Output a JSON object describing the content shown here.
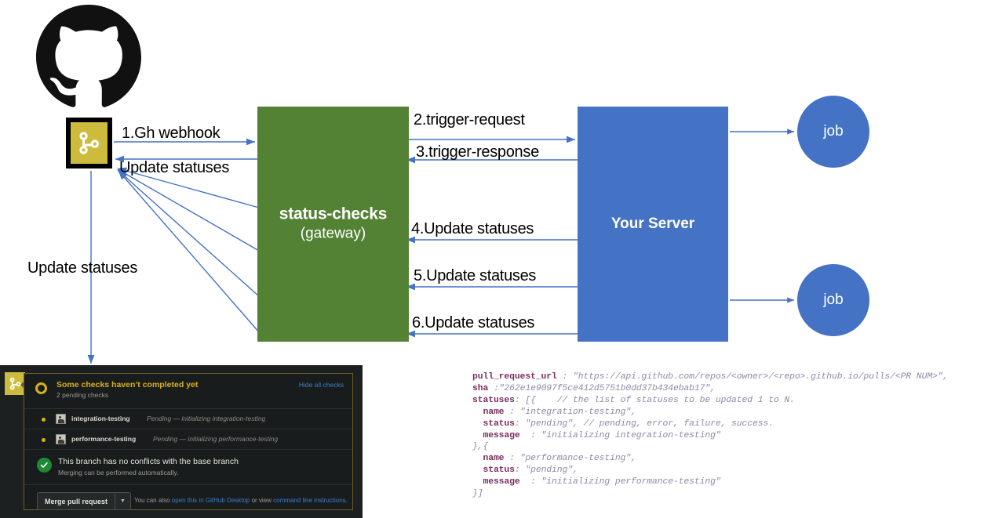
{
  "diagram": {
    "github_logo": "github-octocat-logo",
    "git_badge_icon": "git-branch-icon",
    "gateway": {
      "title": "status-checks",
      "subtitle": "(gateway)",
      "color": "#548235"
    },
    "server": {
      "title": "Your Server",
      "color": "#4472C4"
    },
    "jobs": [
      {
        "label": "job"
      },
      {
        "label": "job"
      }
    ],
    "arrows": [
      {
        "id": "1",
        "label": "1.Gh webhook",
        "from": "git-badge",
        "to": "gateway",
        "direction": "right"
      },
      {
        "id": "2",
        "label": "2.trigger-request",
        "from": "gateway",
        "to": "server",
        "direction": "right"
      },
      {
        "id": "3",
        "label": "3.trigger-response",
        "from": "server",
        "to": "gateway",
        "direction": "left"
      },
      {
        "id": "4",
        "label": "4.Update statuses",
        "from": "server",
        "to": "gateway",
        "direction": "left"
      },
      {
        "id": "5",
        "label": "5.Update statuses",
        "from": "server",
        "to": "gateway",
        "direction": "left"
      },
      {
        "id": "6",
        "label": "6.Update statuses",
        "from": "server",
        "to": "gateway",
        "direction": "left"
      }
    ],
    "labels": {
      "update_statuses_to_github": "Update statuses",
      "update_statuses_down": "Update statuses"
    },
    "arrow_color": "#4472C4"
  },
  "pr_panel": {
    "badge_icon": "git-branch-icon",
    "header": {
      "status_icon": "pending-ring-icon",
      "title": "Some checks haven’t completed yet",
      "subtitle": "2 pending checks",
      "hide_link": "Hide all checks"
    },
    "checks": [
      {
        "dot_icon": "pending-dot-icon",
        "avatar_icon": "app-avatar-icon",
        "name": "integration-testing",
        "status": "Pending — initializing integration-testing"
      },
      {
        "dot_icon": "pending-dot-icon",
        "avatar_icon": "app-avatar-icon",
        "name": "performance-testing",
        "status": "Pending — initializing performance-testing"
      }
    ],
    "conflict": {
      "check_icon": "green-check-icon",
      "title": "This branch has no conflicts with the base branch",
      "subtitle": "Merging can be performed automatically."
    },
    "footer": {
      "merge_label": "Merge pull request",
      "dropdown_icon": "chevron-down-icon",
      "text_1": "You can also ",
      "link_1": "open this in GitHub Desktop",
      "text_2": " or view ",
      "link_2": "command line instructions",
      "text_3": "."
    },
    "colors": {
      "pending": "#D9B11A",
      "success": "#1D8A34",
      "link": "#3D7DCA"
    }
  },
  "code_block": {
    "lines": [
      [
        {
          "t": "k",
          "s": "pull_request_url"
        },
        {
          "t": "v",
          "s": " : \"https://api.github.com/repos/<owner>/<repo>.github.io/pulls/<PR NUM>\","
        }
      ],
      [
        {
          "t": "k",
          "s": "sha"
        },
        {
          "t": "v",
          "s": " :\"262e1e9097f5ce412d5751b0dd37b434ebab17\","
        }
      ],
      [
        {
          "t": "k",
          "s": "statuses"
        },
        {
          "t": "v",
          "s": ": [{    // the list of statuses to be updated 1 to N."
        }
      ],
      [
        {
          "t": "k",
          "s": "  name"
        },
        {
          "t": "v",
          "s": " : \"integration-testing\","
        }
      ],
      [
        {
          "t": "k",
          "s": "  status"
        },
        {
          "t": "v",
          "s": ": \"pending\", // pending, error, failure, success."
        }
      ],
      [
        {
          "t": "k",
          "s": "  message"
        },
        {
          "t": "v",
          "s": "  : \"initializing integration-testing\""
        }
      ],
      [
        {
          "t": "v",
          "s": "},{"
        }
      ],
      [
        {
          "t": "k",
          "s": "  name"
        },
        {
          "t": "v",
          "s": " : \"performance-testing\","
        }
      ],
      [
        {
          "t": "k",
          "s": "  status"
        },
        {
          "t": "v",
          "s": ": \"pending\","
        }
      ],
      [
        {
          "t": "k",
          "s": "  message"
        },
        {
          "t": "v",
          "s": "  : \"initializing performance-testing\""
        }
      ],
      [
        {
          "t": "v",
          "s": "}]"
        }
      ]
    ]
  }
}
